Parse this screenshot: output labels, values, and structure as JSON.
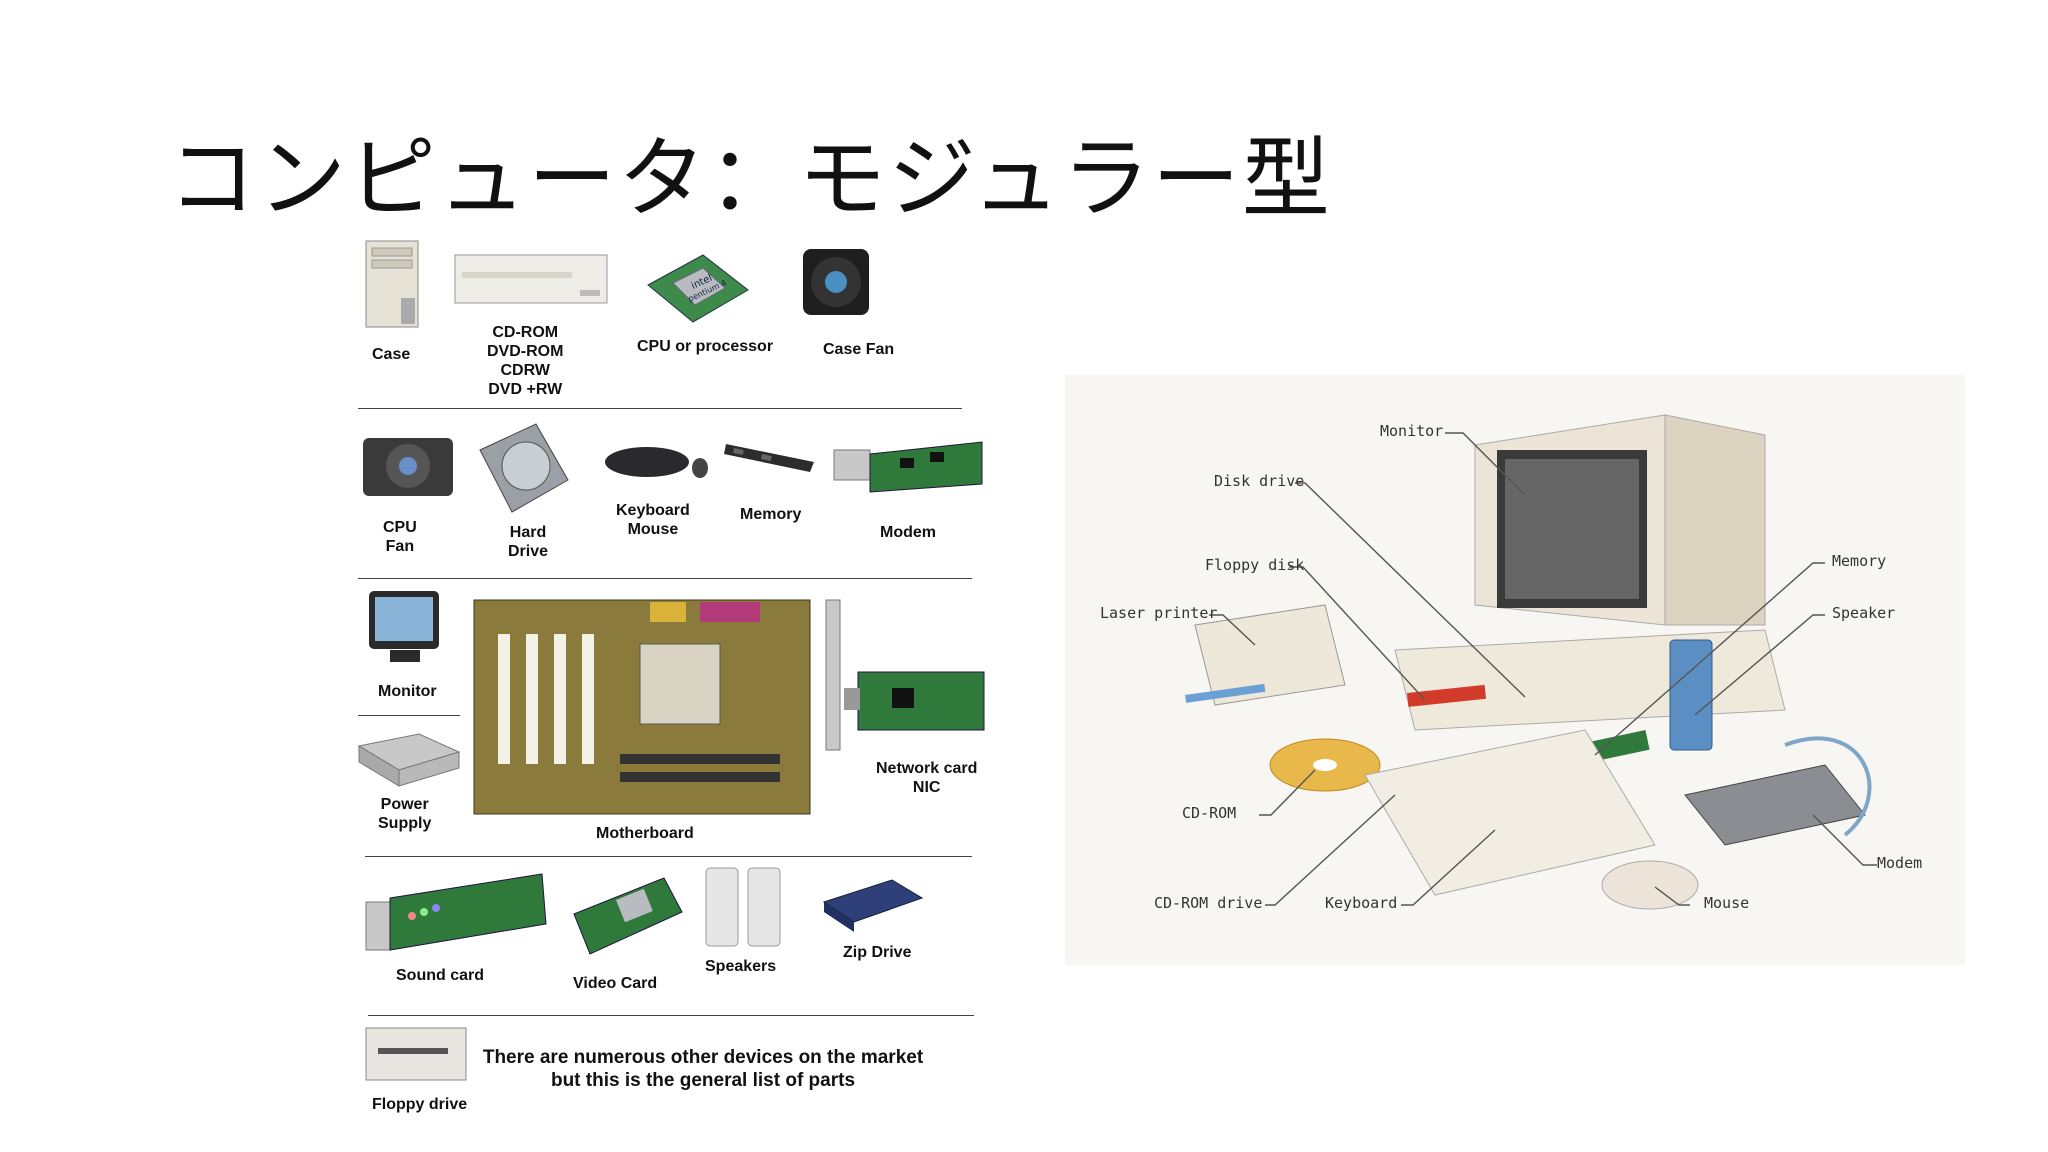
{
  "slide": {
    "title": "コンピュータ：モジュラー型"
  },
  "parts_chart": {
    "row1": [
      "Case",
      [
        "CD-ROM",
        "DVD-ROM",
        "CDRW",
        "DVD +RW"
      ],
      "CPU or processor",
      "Case Fan"
    ],
    "row2": [
      [
        "CPU",
        "Fan"
      ],
      [
        "Hard",
        "Drive"
      ],
      [
        "Keyboard",
        "Mouse"
      ],
      "Memory",
      "Modem"
    ],
    "row3": [
      "Monitor",
      [
        "Power",
        "Supply"
      ],
      "Motherboard",
      [
        "Network card",
        "NIC"
      ]
    ],
    "row4": [
      "Sound card",
      "Video Card",
      "Speakers",
      "Zip Drive"
    ],
    "row5": {
      "floppy": "Floppy drive",
      "note": [
        "There are numerous other devices on the market",
        "but this is the general list of parts"
      ]
    },
    "cpu_chip_text": [
      "intel",
      "pentium 4"
    ]
  },
  "computer_diagram": {
    "callouts": {
      "monitor": "Monitor",
      "disk_drive": "Disk drive",
      "floppy_disk": "Floppy disk",
      "laser_printer": "Laser printer",
      "memory": "Memory",
      "speaker": "Speaker",
      "cd_rom": "CD-ROM",
      "modem": "Modem",
      "cd_rom_drive": "CD-ROM drive",
      "keyboard": "Keyboard",
      "mouse": "Mouse"
    }
  },
  "colors": {
    "pcb_green": "#2f7a3a",
    "motherboard": "#8a7a3c",
    "beige": "#e8e2d4",
    "speaker_blue": "#5b8fc4",
    "floppy_red": "#d23a2a",
    "cd_gold": "#e9b84a"
  }
}
